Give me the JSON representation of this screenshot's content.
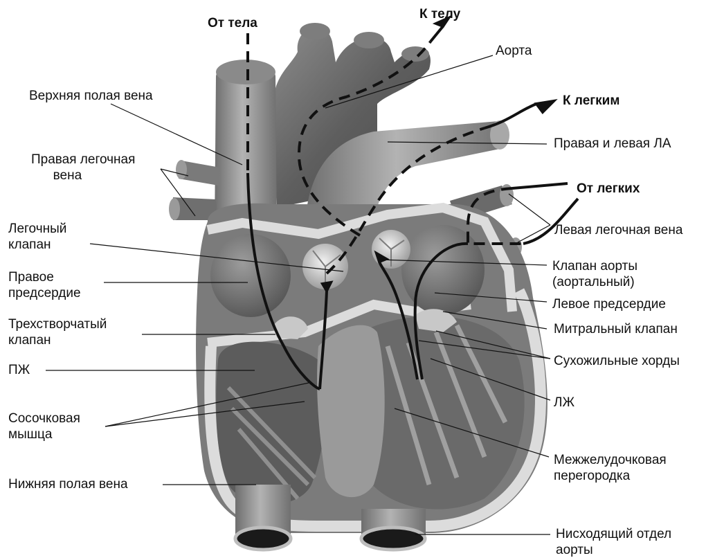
{
  "flow_labels": {
    "from_body": "От тела",
    "to_body": "К телу",
    "to_lungs": "К легким",
    "from_lungs": "От легких"
  },
  "labels": {
    "aorta": "Аорта",
    "svc": "Верхняя полая вена",
    "right_pulm_vein": "Правая легочная\n      вена",
    "pulm_arteries": "Правая и левая ЛА",
    "left_pulm_vein": "Левая легочная вена",
    "pulm_valve": "Легочный\nклапан",
    "right_atrium": "Правое\nпредсердие",
    "aortic_valve": "Клапан аорты\n(аортальный)",
    "left_atrium": "Левое предсердие",
    "tricuspid": "Трехстворчатый\nклапан",
    "mitral": "Митральный клапан",
    "rv": "ПЖ",
    "chordae": "Сухожильные хорды",
    "papillary": "Сосочковая\nмышца",
    "lv": "ЛЖ",
    "septum": "Межжелудочковая\nперегородка",
    "ivc": "Нижняя полая вена",
    "desc_aorta": "Нисходящий отдел\nаорты"
  },
  "colors": {
    "heart_dark": "#5a5a5a",
    "heart_mid": "#8a8a8a",
    "heart_light": "#b5b5b5",
    "wall": "#d9d9d9",
    "text": "#111111"
  }
}
